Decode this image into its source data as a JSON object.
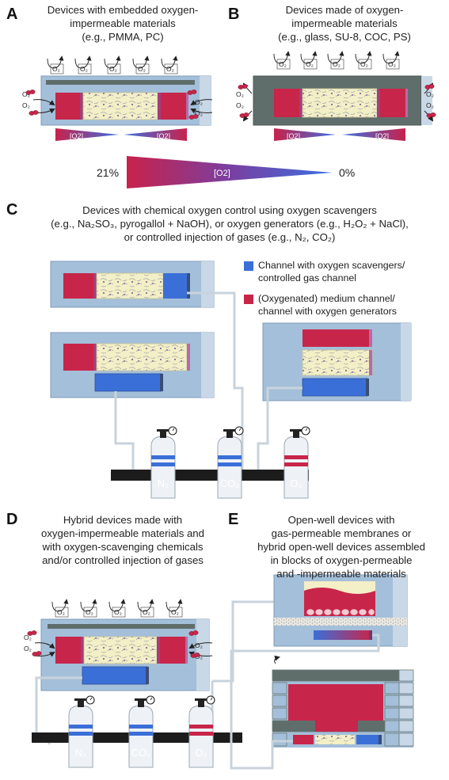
{
  "panels": {
    "A": {
      "label": "A",
      "title_line1": "Devices with embedded oxygen-",
      "title_line2": "impermeable materials",
      "title_line3": "(e.g., PMMA, PC)"
    },
    "B": {
      "label": "B",
      "title_line1": "Devices made of oxygen-",
      "title_line2": "impermeable materials",
      "title_line3": "(e.g., glass, SU-8, COC, PS)"
    },
    "C": {
      "label": "C",
      "title_line1": "Devices with chemical oxygen control using oxygen scavengers",
      "title_line2": "(e.g., Na₂SO₃, pyrogallol + NaOH), or oxygen generators (e.g., H₂O₂ + NaCl),",
      "title_line3": "or controlled injection of gases (e.g., N₂, CO₂)"
    },
    "D": {
      "label": "D",
      "title_line1": "Hybrid devices made with",
      "title_line2": "oxygen-impermeable materials and",
      "title_line3": "with oxygen-scavenging chemicals",
      "title_line4": "and/or controlled injection of gases"
    },
    "E": {
      "label": "E",
      "title_line1": "Open-well devices with",
      "title_line2": "gas-permeable membranes or",
      "title_line3": "hybrid open-well devices assembled",
      "title_line4": "in blocks of oxygen-permeable",
      "title_line5": "and -impermeable materials"
    }
  },
  "gradient": {
    "left_label": "21%",
    "center_label": "[O2]",
    "right_label": "0%",
    "mini_label": "[O2]"
  },
  "legend": {
    "blue_line1": "Channel with oxygen scavengers/",
    "blue_line2": "controlled gas channel",
    "red_line1": "(Oxygenated) medium channel/",
    "red_line2": "channel with oxygen generators"
  },
  "gases": {
    "o2": "O2",
    "o2_text": "O₂",
    "n2_text": "N₂",
    "co2_text": "CO₂"
  },
  "colors": {
    "device_blue": "#a4bfd9",
    "device_blue_dark": "#8fb0cf",
    "impermeable_gray": "#5f6e6b",
    "medium_red": "#c8254a",
    "channel_blue": "#3b6fd8",
    "gel_yellow": "#f3efc6",
    "gradient_red": "#c8224b",
    "gradient_blue": "#3a6fe0"
  }
}
